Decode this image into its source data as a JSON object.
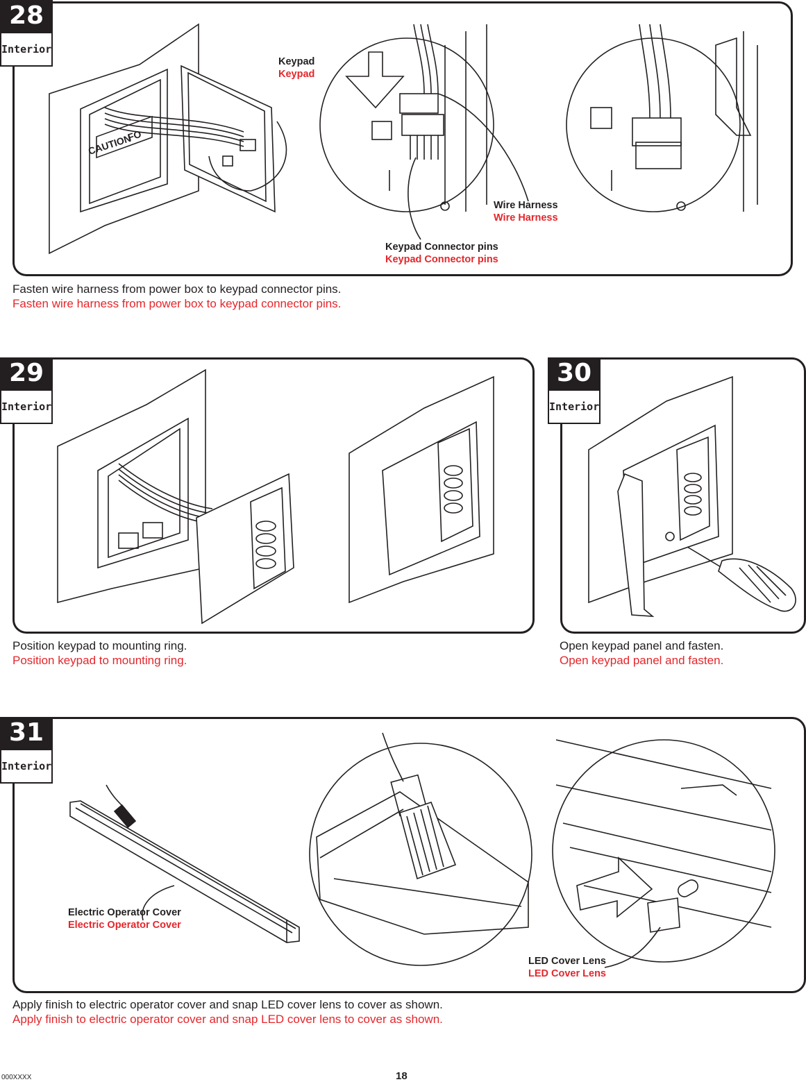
{
  "steps": [
    {
      "number": "28",
      "label": "Interior",
      "caption": "Fasten wire harness from power box to keypad connector pins.",
      "caption_translation": "Fasten wire harness from power box to keypad connector pins.",
      "callouts": [
        {
          "text": "Keypad",
          "translation": "Keypad"
        },
        {
          "text": "Wire Harness",
          "translation": "Wire Harness"
        },
        {
          "text": "Keypad Connector pins",
          "translation": "Keypad Connector pins"
        }
      ],
      "illustration_text": [
        "CAUTION",
        "FO"
      ]
    },
    {
      "number": "29",
      "label": "Interior",
      "caption": "Position keypad to mounting ring.",
      "caption_translation": "Position keypad to mounting ring."
    },
    {
      "number": "30",
      "label": "Interior",
      "caption": "Open keypad panel and fasten.",
      "caption_translation": "Open keypad panel and fasten."
    },
    {
      "number": "31",
      "label": "Interior",
      "caption": "Apply finish to electric operator cover and snap LED cover lens to cover as shown.",
      "caption_translation": "Apply finish to electric operator cover and snap LED cover lens to cover as shown.",
      "callouts": [
        {
          "text": "Electric Operator Cover",
          "translation": "Electric Operator Cover"
        },
        {
          "text": "LED Cover Lens",
          "translation": "LED Cover Lens"
        }
      ]
    }
  ],
  "footer": {
    "doc_code": "000XXXX",
    "page_number": "18"
  },
  "colors": {
    "ink": "#231f20",
    "translation": "#e4262b"
  }
}
